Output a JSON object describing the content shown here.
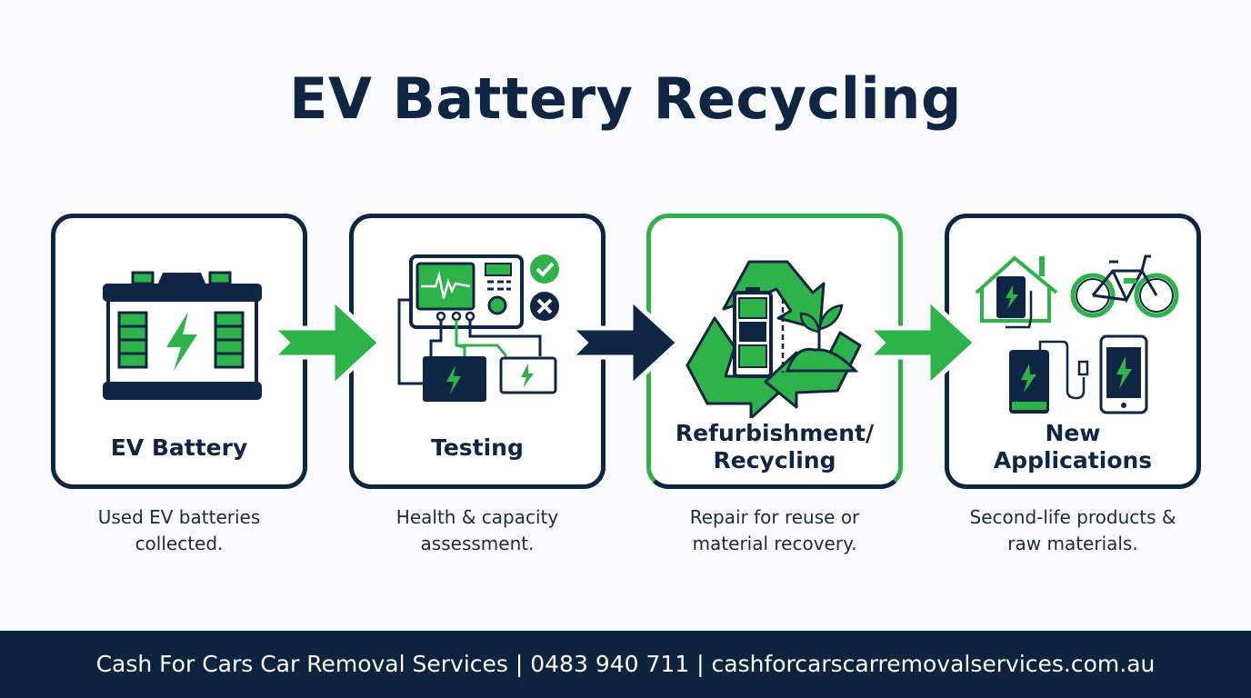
{
  "title": "EV Battery Recycling",
  "colors": {
    "navy": "#0f2544",
    "green": "#2db34a",
    "footer_bg": "#0d2340"
  },
  "steps": [
    {
      "label": "EV Battery",
      "description_line1": "Used EV batteries",
      "description_line2": "collected.",
      "icon": "car-battery-icon"
    },
    {
      "label": "Testing",
      "description_line1": "Health & capacity",
      "description_line2": "assessment.",
      "icon": "battery-tester-icon"
    },
    {
      "label_line1": "Refurbishment/",
      "label_line2": "Recycling",
      "description_line1": "Repair for reuse or",
      "description_line2": "material recovery.",
      "icon": "recycle-icon"
    },
    {
      "label_line1": "New",
      "label_line2": "Applications",
      "description_line1": "Second-life products &",
      "description_line2": "raw materials.",
      "icon": "devices-icon"
    }
  ],
  "footer": "Cash For Cars Car Removal Services | 0483 940 711 | cashforcarscarremovalservices.com.au"
}
